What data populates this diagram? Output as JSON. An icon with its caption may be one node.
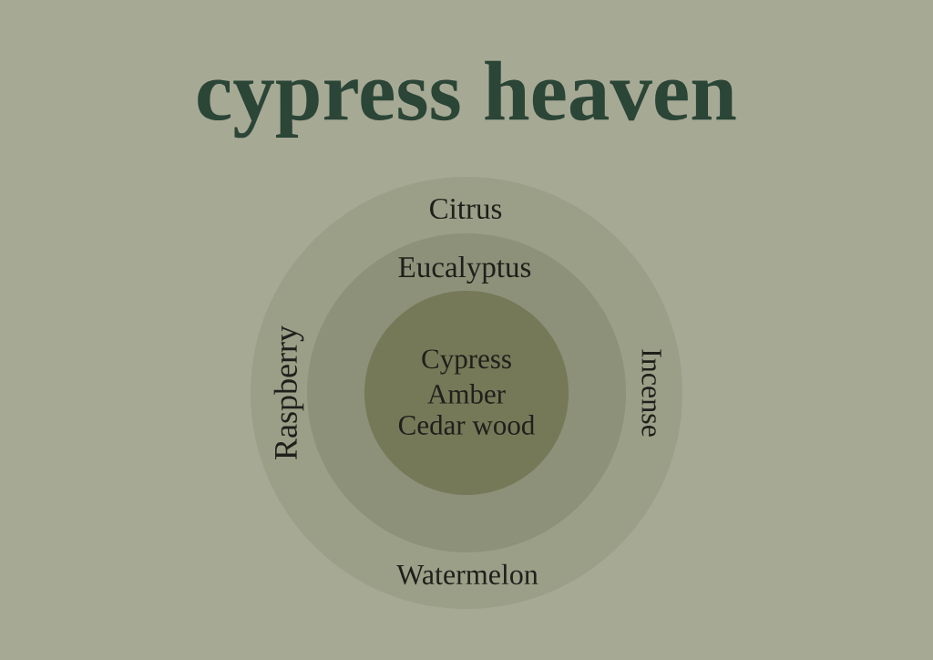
{
  "diagram": {
    "title": "cypress heaven",
    "nodes": [
      {
        "text": [
          "Citrus",
          "Raspberry",
          "Incense",
          "Watermelon"
        ]
      },
      {
        "text": [
          "Eucalyptus"
        ],
        "in": 0
      },
      {
        "text": [
          "Cypress",
          "Amber",
          "Cedar wood"
        ],
        "in": 1
      }
    ]
  }
}
